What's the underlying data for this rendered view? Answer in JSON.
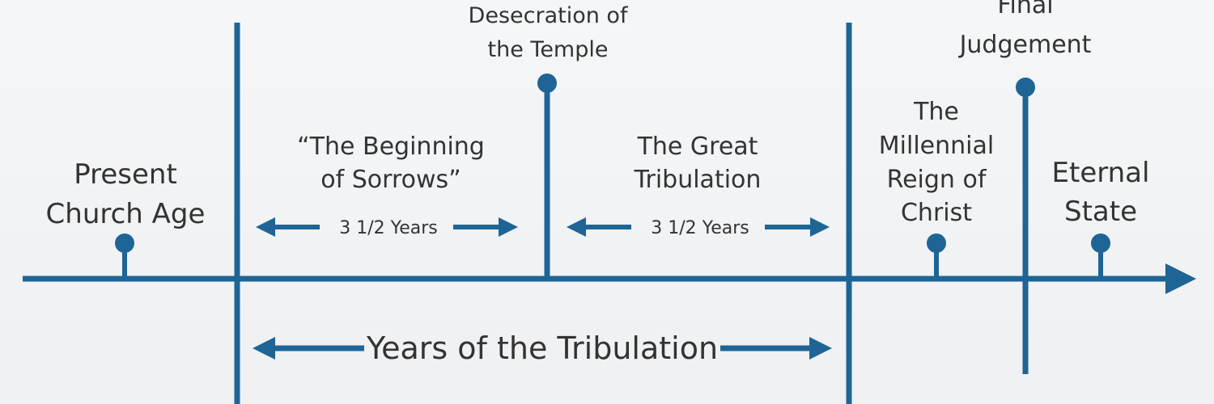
{
  "accent_color": "#1e6596",
  "text_color": "#333333",
  "labels": {
    "present_church_age": [
      "Present",
      "Church Age"
    ],
    "beginning_of_sorrows": [
      "“The Beginning",
      "of Sorrows”"
    ],
    "desecration": [
      "Desecration of",
      "the Temple"
    ],
    "great_tribulation": [
      "The Great",
      "Tribulation"
    ],
    "millennial_reign": [
      "The",
      "Millennial",
      "Reign of",
      "Christ"
    ],
    "final_judgement": [
      "Final",
      "Judgement"
    ],
    "eternal_state": [
      "Eternal",
      "State"
    ],
    "first_half_duration": "3 1/2 Years",
    "second_half_duration": "3 1/2 Years",
    "years_of_tribulation": "Years of the Tribulation"
  }
}
